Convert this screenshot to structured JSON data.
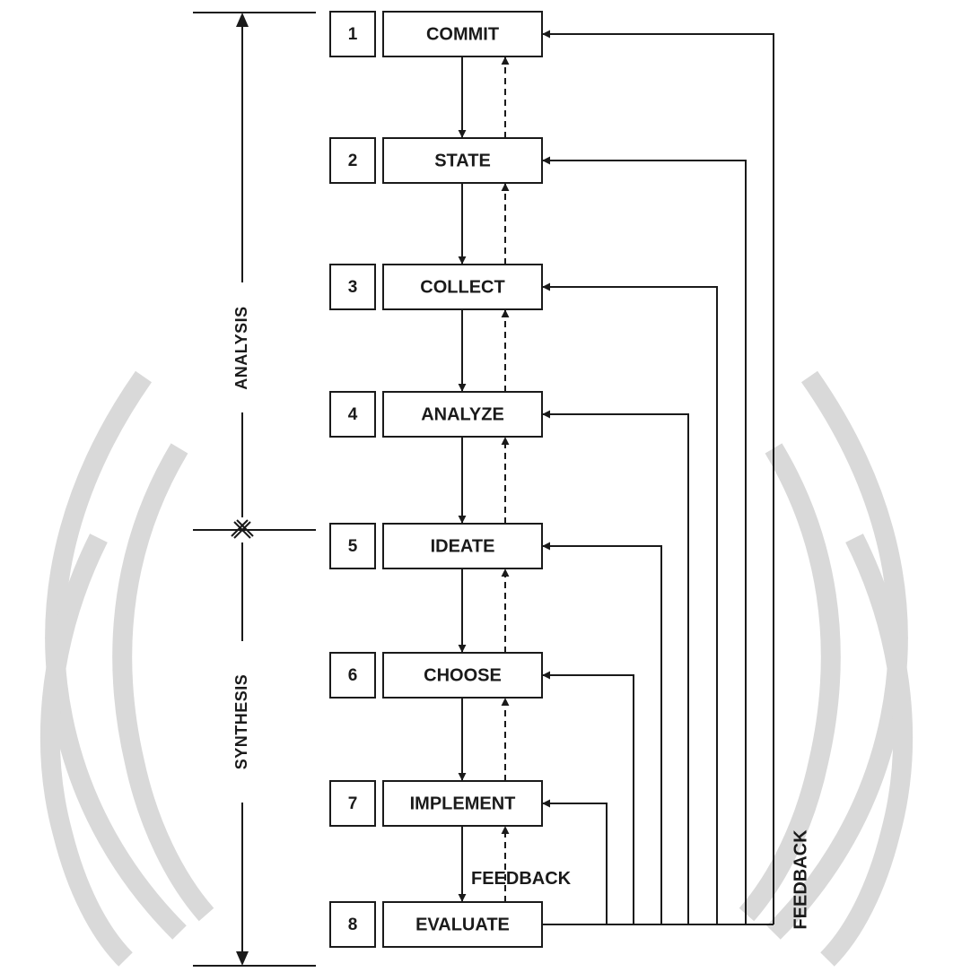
{
  "diagram": {
    "phases": [
      {
        "label": "ANALYSIS"
      },
      {
        "label": "SYNTHESIS"
      }
    ],
    "steps": [
      {
        "number": "1",
        "label": "COMMIT"
      },
      {
        "number": "2",
        "label": "STATE"
      },
      {
        "number": "3",
        "label": "COLLECT"
      },
      {
        "number": "4",
        "label": "ANALYZE"
      },
      {
        "number": "5",
        "label": "IDEATE"
      },
      {
        "number": "6",
        "label": "CHOOSE"
      },
      {
        "number": "7",
        "label": "IMPLEMENT"
      },
      {
        "number": "8",
        "label": "EVALUATE"
      }
    ],
    "inner_feedback_label": "FEEDBACK",
    "outer_feedback_label": "FEEDBACK",
    "colors": {
      "line": "#1a1a1a",
      "watermark": "#d9d9d9"
    }
  }
}
